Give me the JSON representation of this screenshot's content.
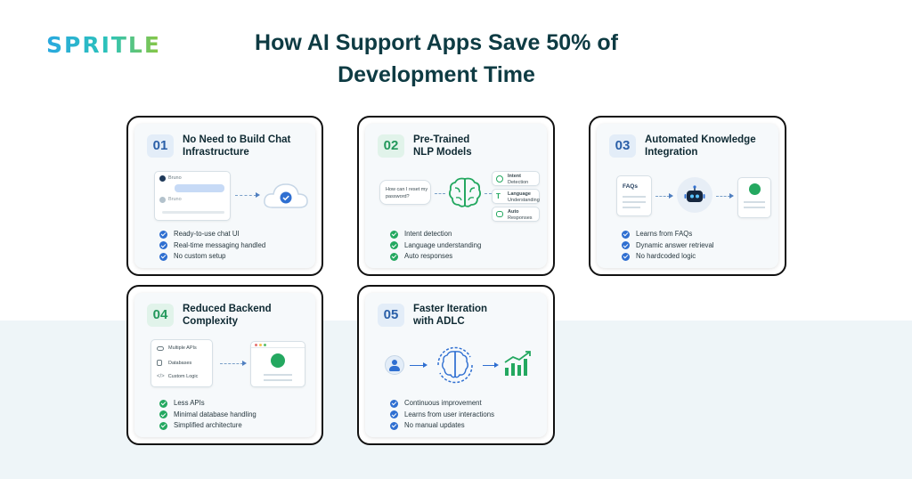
{
  "header": {
    "logo_text": "SPRITLE",
    "title_line1": "How AI Support Apps Save 50% of",
    "title_line2": "Development Time"
  },
  "colors": {
    "title": "#0e3b43",
    "blue_accent": "#2f6fd1",
    "green_accent": "#24a860",
    "band": "#eef5f8"
  },
  "cards": [
    {
      "number": "01",
      "title": "No Need to Build Chat Infrastructure",
      "badge_color": "blue",
      "illustration": {
        "chat_name_1": "Bruno",
        "chat_name_2": "Bruno"
      },
      "bullets": [
        "Ready-to-use chat UI",
        "Real-time messaging handled",
        "No custom setup"
      ]
    },
    {
      "number": "02",
      "title": "Pre-Trained NLP Models",
      "badge_color": "green",
      "illustration": {
        "question": "How can I reset my password?",
        "tags": [
          {
            "title": "Intent",
            "sub": "Detection"
          },
          {
            "title": "Language",
            "sub": "Understanding"
          },
          {
            "title": "Auto",
            "sub": "Responses"
          }
        ]
      },
      "bullets": [
        "Intent detection",
        "Language understanding",
        "Auto responses"
      ]
    },
    {
      "number": "03",
      "title": "Automated Knowledge Integration",
      "badge_color": "blue",
      "illustration": {
        "doc_label": "FAQs"
      },
      "bullets": [
        "Learns from FAQs",
        "Dynamic answer retrieval",
        "No hardcoded logic"
      ]
    },
    {
      "number": "04",
      "title": "Reduced Backend Complexity",
      "badge_color": "green",
      "illustration": {
        "items": [
          "Multiple APIs",
          "Databases",
          "Custom Logic"
        ]
      },
      "bullets": [
        "Less APIs",
        "Minimal database handling",
        "Simplified architecture"
      ]
    },
    {
      "number": "05",
      "title": "Faster Iteration with ADLC",
      "badge_color": "blue",
      "bullets": [
        "Continuous improvement",
        "Learns from user interactions",
        "No manual updates"
      ]
    }
  ]
}
